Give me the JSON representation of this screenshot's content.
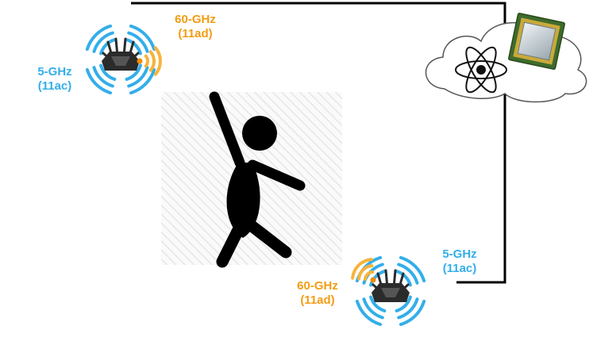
{
  "colors": {
    "wave_5ghz": "#33aeea",
    "wave_60ghz": "#f7b33b",
    "router_body": "#2b2b2b",
    "cable": "#000000",
    "person": "#000000",
    "hatch": "#ececec"
  },
  "top_left_router": {
    "label_60ghz": {
      "freq": "60-GHz",
      "std": "(11ad)"
    },
    "label_5ghz": {
      "freq": "5-GHz",
      "std": "(11ac)"
    }
  },
  "bottom_right_router": {
    "label_60ghz": {
      "freq": "60-GHz",
      "std": "(11ad)"
    },
    "label_5ghz": {
      "freq": "5-GHz",
      "std": "(11ac)"
    }
  },
  "cloud": {
    "icons": [
      "atom-icon",
      "cpu-chip-icon"
    ]
  },
  "person": {
    "icon": "dancing-person-icon"
  }
}
